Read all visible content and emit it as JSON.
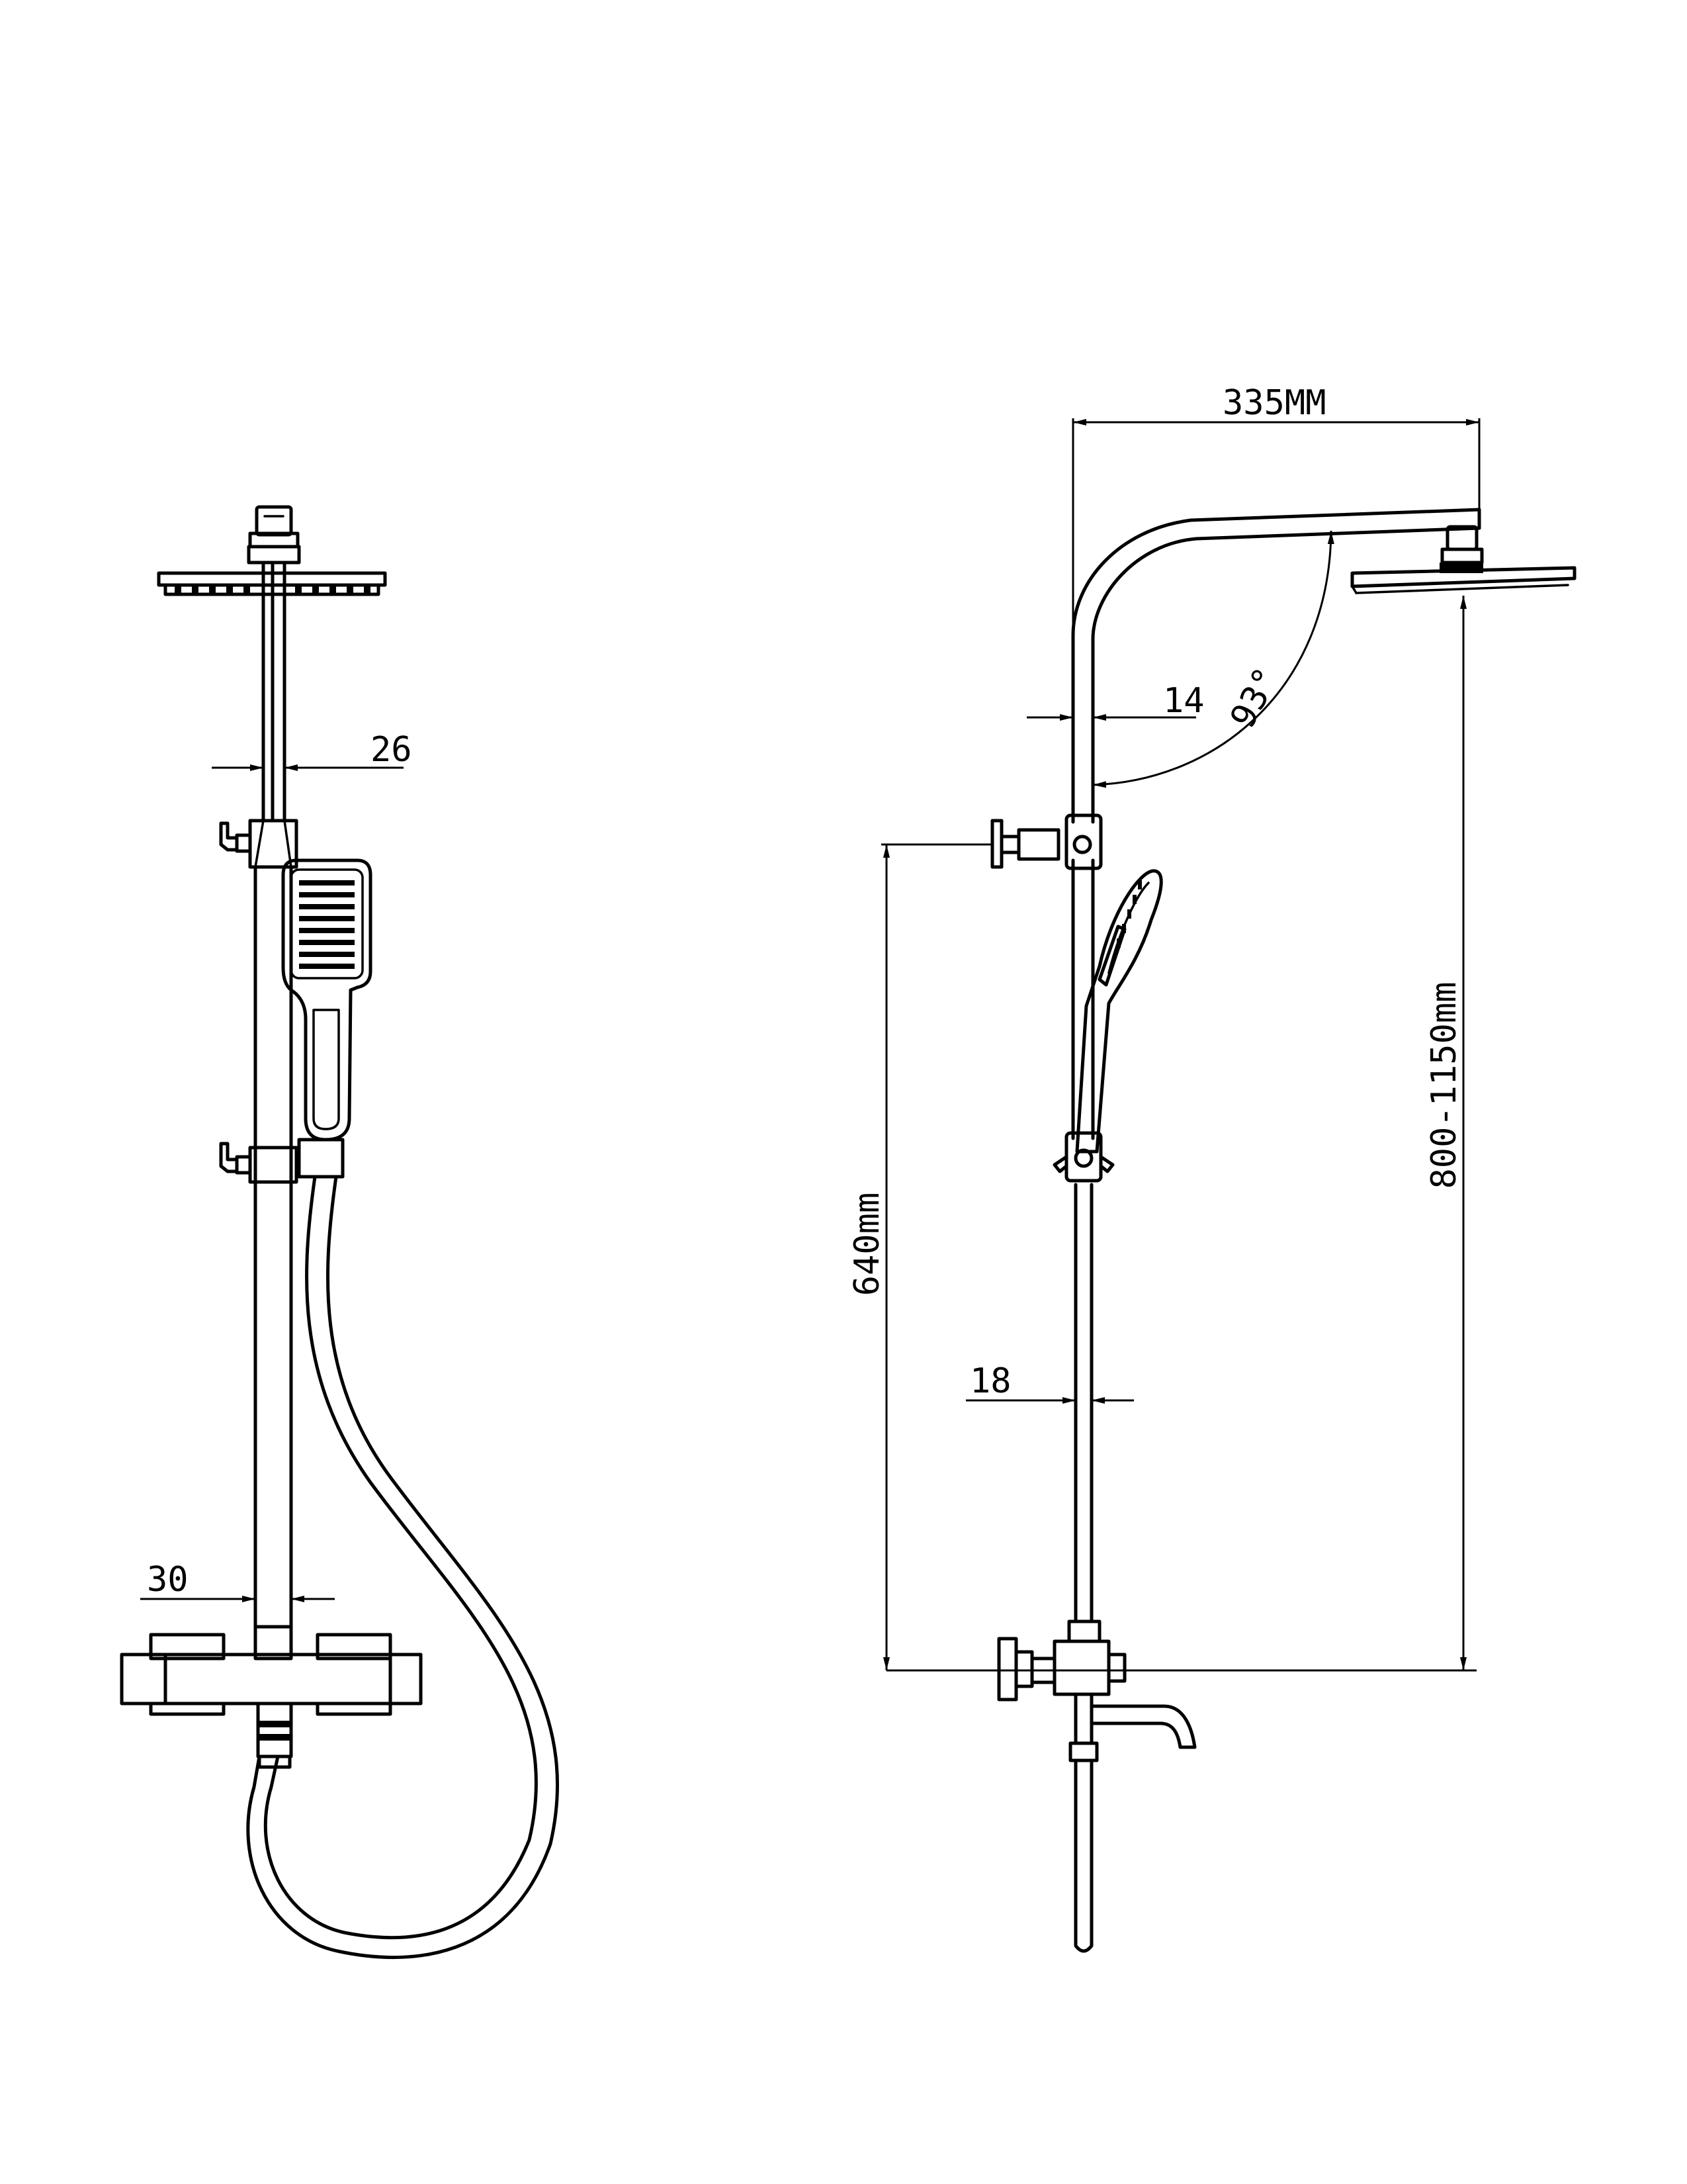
{
  "front_view": {
    "dimensions": {
      "upper_pipe_width": "26",
      "lower_pipe_width": "30"
    }
  },
  "side_view": {
    "dimensions": {
      "arm_reach": "335MM",
      "arm_pipe_width": "14",
      "arm_angle": "93°",
      "lower_pipe_width": "18",
      "bracket_to_mixer_height": "640mm",
      "adjustable_height": "800-1150mm"
    }
  }
}
